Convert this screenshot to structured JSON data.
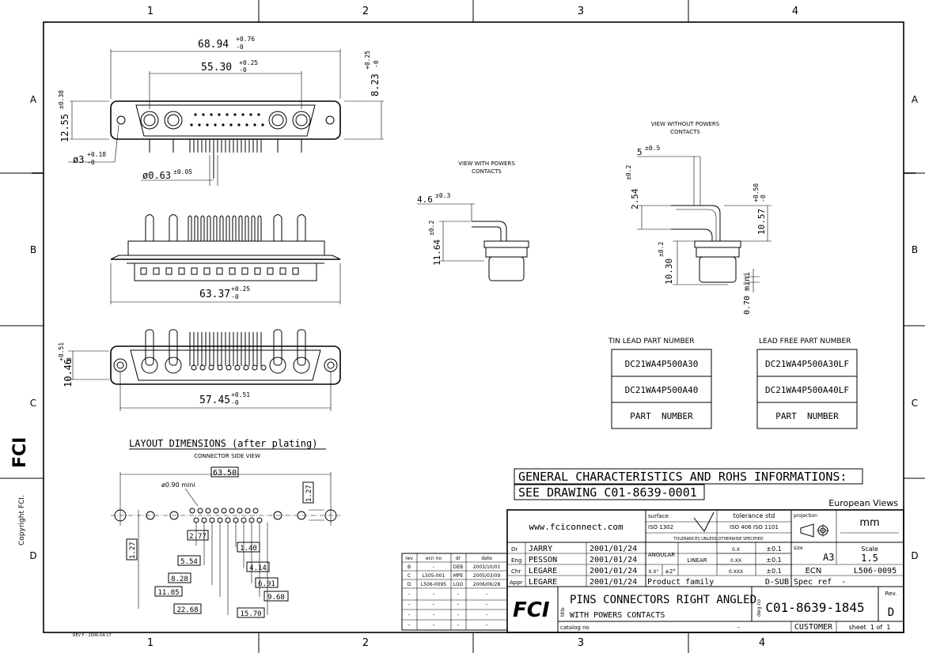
{
  "frame": {
    "columns": [
      "1",
      "2",
      "3",
      "4"
    ],
    "rows": [
      "A",
      "B",
      "C",
      "D"
    ],
    "rev_stamp": "REV F - 2006-04-17",
    "copyright": "Copyright FCI."
  },
  "top_view": {
    "dims": {
      "overall": "68.94",
      "overall_tol_plus": "+0.76",
      "overall_tol_minus": "-0",
      "pitch": "55.30",
      "pitch_tol_plus": "+0.25",
      "pitch_tol_minus": "-0",
      "height": "12.55",
      "height_tol": "±0.38",
      "right": "8.23",
      "right_tol_plus": "+0.25",
      "right_tol_minus": "-0",
      "hole": "ø3",
      "hole_tol_plus": "+0.18",
      "hole_tol_minus": "-0",
      "pin": "ø0.63",
      "pin_tol": "±0.05"
    }
  },
  "side_view": {
    "dim": "63.37",
    "tol_plus": "+0.25",
    "tol_minus": "-0"
  },
  "bottom_view": {
    "width": "57.45",
    "width_tol_plus": "+0.51",
    "width_tol_minus": "-0",
    "height": "10.46",
    "height_tol_plus": "+0.51",
    "height_tol_minus": "0"
  },
  "view_with_powers": {
    "title_line1": "VIEW WITH POWERS",
    "title_line2": "CONTACTS",
    "dim_h": "4.6",
    "dim_h_tol": "±0.3",
    "dim_v": "11.64",
    "dim_v_tol": "±0.2"
  },
  "view_without_powers": {
    "title_line1": "VIEW WITHOUT POWERS",
    "title_line2": "CONTACTS",
    "dim_a": "5",
    "dim_a_tol": "±0.5",
    "dim_b": "2.54",
    "dim_b_tol": "±0.2",
    "dim_c": "10.57",
    "dim_c_tol": "+0.50",
    "dim_c_tol2": "-0",
    "dim_d": "10.30",
    "dim_d_tol": "±0.2",
    "dim_e": "0.70 mini"
  },
  "part_numbers": {
    "tin_header": "TIN LEAD PART NUMBER",
    "free_header": "LEAD FREE PART NUMBER",
    "tin": [
      "DC21WA4P500A30",
      "DC21WA4P500A40",
      "PART  NUMBER"
    ],
    "free": [
      "DC21WA4P500A30LF",
      "DC21WA4P500A40LF",
      "PART  NUMBER"
    ]
  },
  "layout": {
    "title": "LAYOUT DIMENSIONS (after plating)",
    "subtitle": "CONNECTOR SIDE VIEW",
    "overall": "63.50",
    "pin_dia": "ø0.90 mini",
    "pitch_v": "1.27",
    "left_v": "1.27",
    "dims": [
      "2.77",
      "1.40",
      "5.54",
      "4.14",
      "8.28",
      "6.91",
      "11.05",
      "9.68",
      "22.68",
      "15.70"
    ]
  },
  "general": {
    "line1": "GENERAL CHARACTERISTICS AND ROHS INFORMATIONS:",
    "line2": "SEE DRAWING C01-8639-0001",
    "european_views": "European Views"
  },
  "title_block": {
    "website": "www.fciconnect.com",
    "surface_label": "surface",
    "surface_std": "ISO 1302",
    "tol_std_label": "tolerance std",
    "tol_std": "ISO 406  ISO 1101",
    "tol_note": "TOLERANCES UNLESS OTHERWISE SPECIFIED",
    "projection_label": "projection",
    "units": "mm",
    "roles": [
      {
        "role": "Dr",
        "name": "JARRY",
        "date": "2001/01/24"
      },
      {
        "role": "Eng",
        "name": "PESSON",
        "date": "2001/01/24"
      },
      {
        "role": "Chr",
        "name": "LEGARE",
        "date": "2001/01/24"
      },
      {
        "role": "Appr",
        "name": "LEGARE",
        "date": "2001/01/24"
      }
    ],
    "angular": "ANGULAR",
    "angular_fmt": "X.X°",
    "angular_tol": "±2°",
    "linear": "LINEAR",
    "linear_rows": [
      {
        "fmt": "0.X",
        "tol": "±0.1"
      },
      {
        "fmt": "0.XX",
        "tol": "±0.1"
      },
      {
        "fmt": "0.XXX",
        "tol": "±0.1"
      }
    ],
    "size_label": "size",
    "size": "A3",
    "scale_label": "Scale",
    "scale": "1.5",
    "ecn_label": "ECN",
    "ecn": "L506-0095",
    "product_family_label": "Product family",
    "product_family": "D-SUB",
    "spec_ref": "Spec ref  -",
    "logo": "FCI",
    "title_label": "title",
    "title_line1": "PINS CONNECTORS RIGHT ANGLED",
    "title_line2": "WITH POWERS CONTACTS",
    "dwg_no_label": "dwg no",
    "dwg_no": "C01-8639-1845",
    "rev_label": "Rev.",
    "rev": "D",
    "catalog_label": "catalog no",
    "catalog_value": "-",
    "customer": "CUSTOMER",
    "sheet": "sheet  1 of  1"
  },
  "revision_table": {
    "headers": [
      "rev",
      "ecn no",
      "dr",
      "date"
    ],
    "rows": [
      [
        "B",
        "-",
        "DEB",
        "2003/10/01"
      ],
      [
        "C",
        "L505-001",
        "MPE",
        "2005/03/09"
      ],
      [
        "D",
        "L506-0095",
        "LGO",
        "2006/06/28"
      ],
      [
        "-",
        "-",
        "-",
        "-"
      ],
      [
        "-",
        "-",
        "-",
        "-"
      ],
      [
        "-",
        "-",
        "-",
        "-"
      ],
      [
        "-",
        "-",
        "-",
        "-"
      ]
    ]
  }
}
